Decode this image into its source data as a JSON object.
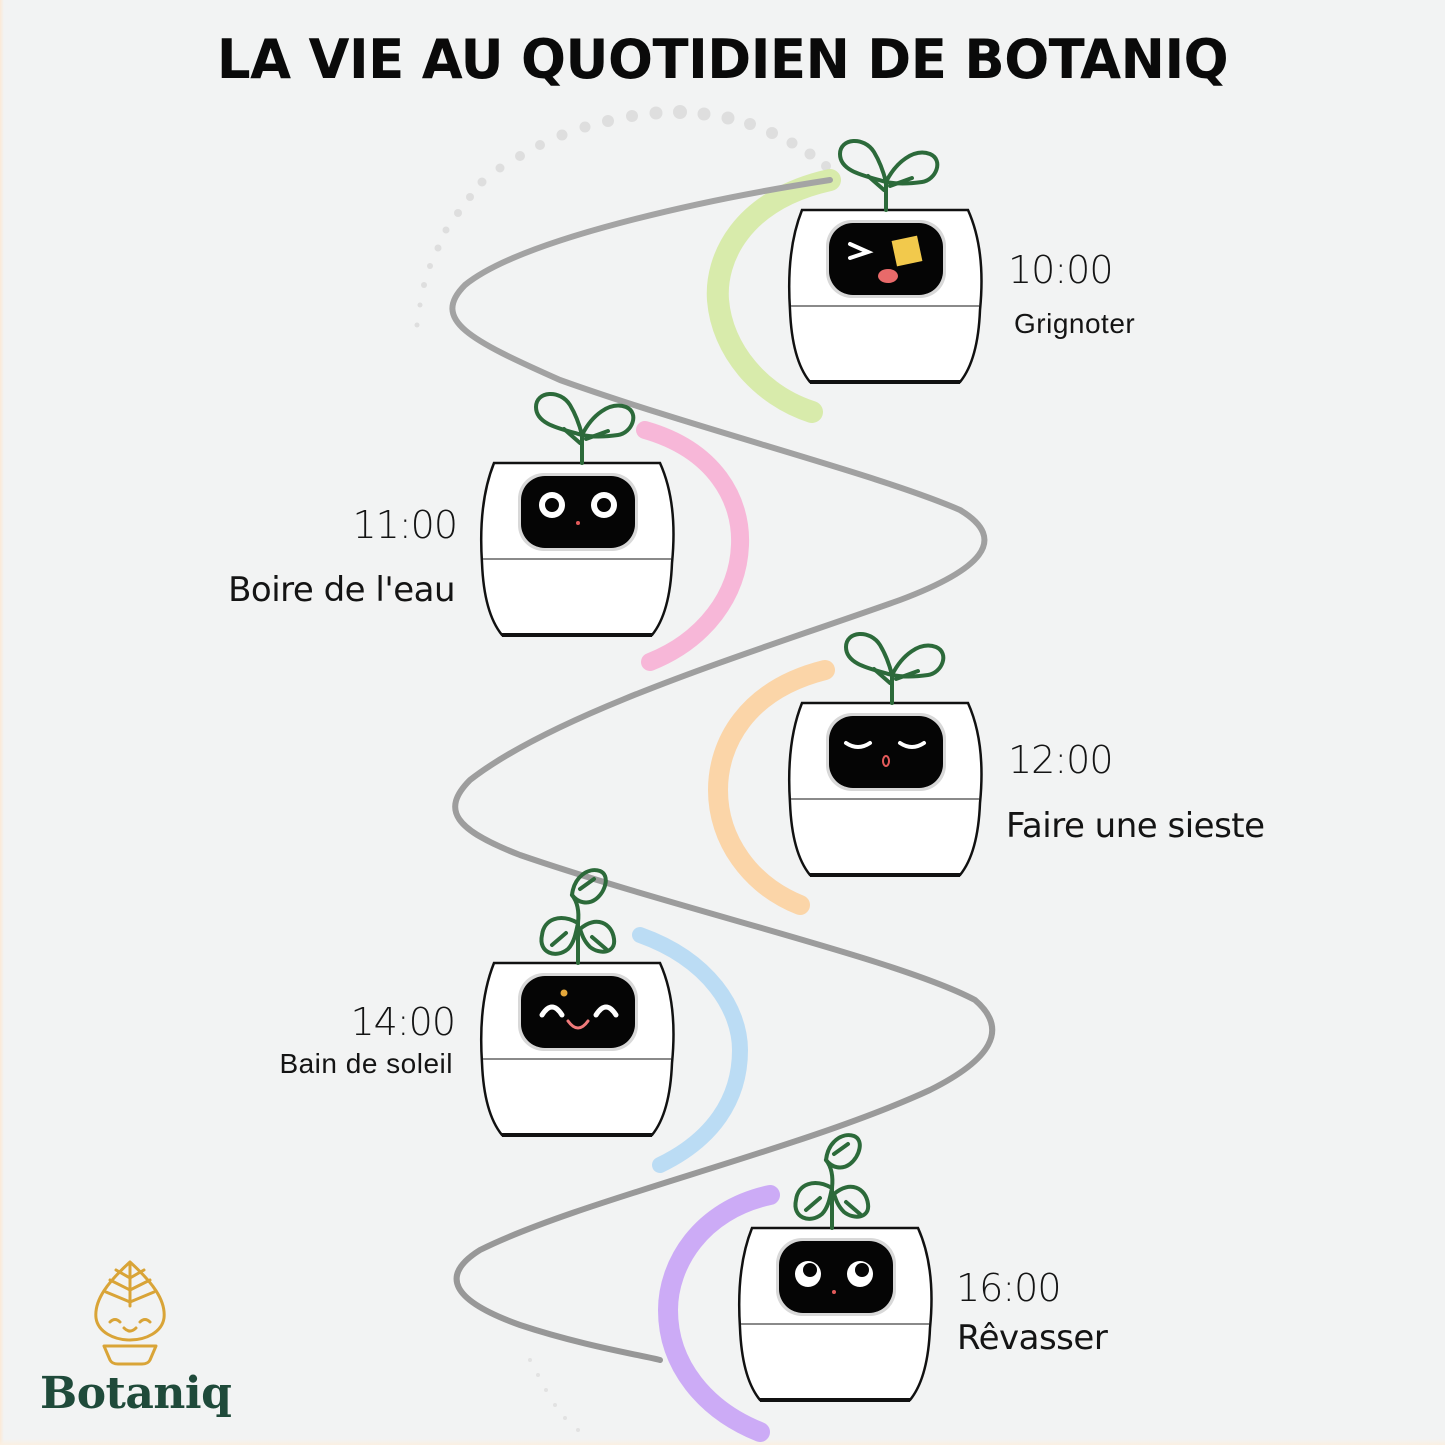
{
  "page": {
    "title": "LA VIE AU QUOTIDIEN DE BOTANIQ"
  },
  "schedule": [
    {
      "time": "10:00",
      "activity": "Grignoter",
      "arc_color": "#d6eaa6",
      "face": "wink-eating",
      "plant": "two-leaf-sprout"
    },
    {
      "time": "11:00",
      "activity": "Boire de l'eau",
      "arc_color": "#f7b3d6",
      "face": "wide-eyes",
      "plant": "two-leaf-sprout"
    },
    {
      "time": "12:00",
      "activity": "Faire une sieste",
      "arc_color": "#fbd3a3",
      "face": "sleeping",
      "plant": "two-leaf-sprout"
    },
    {
      "time": "14:00",
      "activity": "Bain de soleil",
      "arc_color": "#b7daf3",
      "face": "happy-smile",
      "plant": "three-leaf-sprout"
    },
    {
      "time": "16:00",
      "activity": "Rêvasser",
      "arc_color": "#c9a7f5",
      "face": "looking-up",
      "plant": "three-leaf-sprout"
    }
  ],
  "logo": {
    "brand_name": "Botaniq",
    "icon": "smiling-leaf-in-pot-icon",
    "icon_color": "#d9a437",
    "text_color": "#1f4a3a"
  },
  "colors": {
    "background": "#f2f3f3",
    "wave_line": "#9a9a9a",
    "plant_stroke": "#2c6a3a",
    "screen": "#050505"
  }
}
